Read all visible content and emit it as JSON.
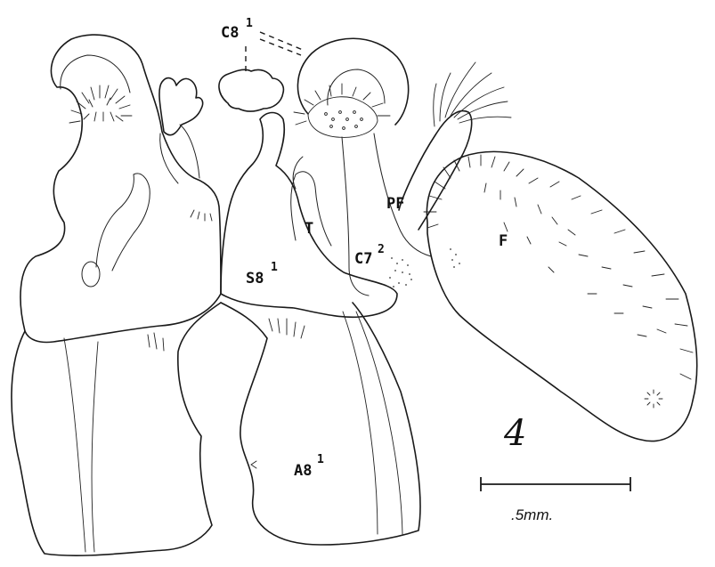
{
  "figure": {
    "number": "4",
    "scale_bar": {
      "label": ".5mm."
    }
  },
  "labels": {
    "c8": {
      "text": "C8",
      "sup": "1"
    },
    "t": {
      "text": "T"
    },
    "pf": {
      "text": "PF"
    },
    "f": {
      "text": "F"
    },
    "s8": {
      "text": "S8",
      "sup": "1"
    },
    "c7": {
      "text": "C7",
      "sup": "2"
    },
    "a8": {
      "text": "A8",
      "sup": "1"
    }
  }
}
